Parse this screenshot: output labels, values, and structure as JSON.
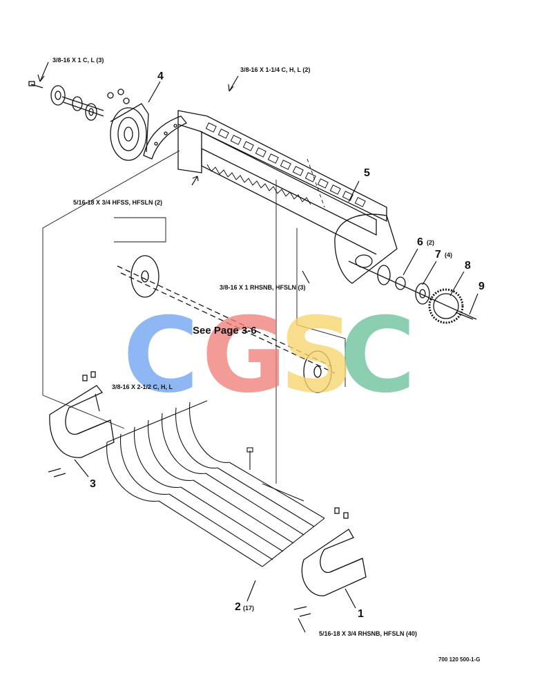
{
  "labels": {
    "bolt_top_left": "3/8-16 X 1 C, L (3)",
    "bolt_top_center": "3/8-16 X 1-1/4 C, H, L (2)",
    "bolt_hfss": "5/16-18 X 3/4 HFSS, HFSLN (2)",
    "bolt_rhsnb_3": "3/8-16 X 1 RHSNB, HFSLN (3)",
    "bolt_2_half": "3/8-16 X 2-1/2 C, H, L",
    "bolt_rhsnb_40": "5/16-18 X 3/4 RHSNB, HFSLN (40)",
    "see_page": "See Page 3-6",
    "drawing_code": "700 120 500-1-G"
  },
  "callouts": [
    {
      "id": "1",
      "qty": ""
    },
    {
      "id": "2",
      "qty": "(17)"
    },
    {
      "id": "3",
      "qty": ""
    },
    {
      "id": "4",
      "qty": ""
    },
    {
      "id": "5",
      "qty": ""
    },
    {
      "id": "6",
      "qty": "(2)"
    },
    {
      "id": "7",
      "qty": "(4)"
    },
    {
      "id": "8",
      "qty": ""
    },
    {
      "id": "9",
      "qty": ""
    }
  ],
  "watermark": {
    "letters": [
      "C",
      "G",
      "S",
      "C"
    ],
    "colors": [
      "#6fa4f2",
      "#f07f7a",
      "#f7d56d",
      "#6cc29a"
    ]
  }
}
